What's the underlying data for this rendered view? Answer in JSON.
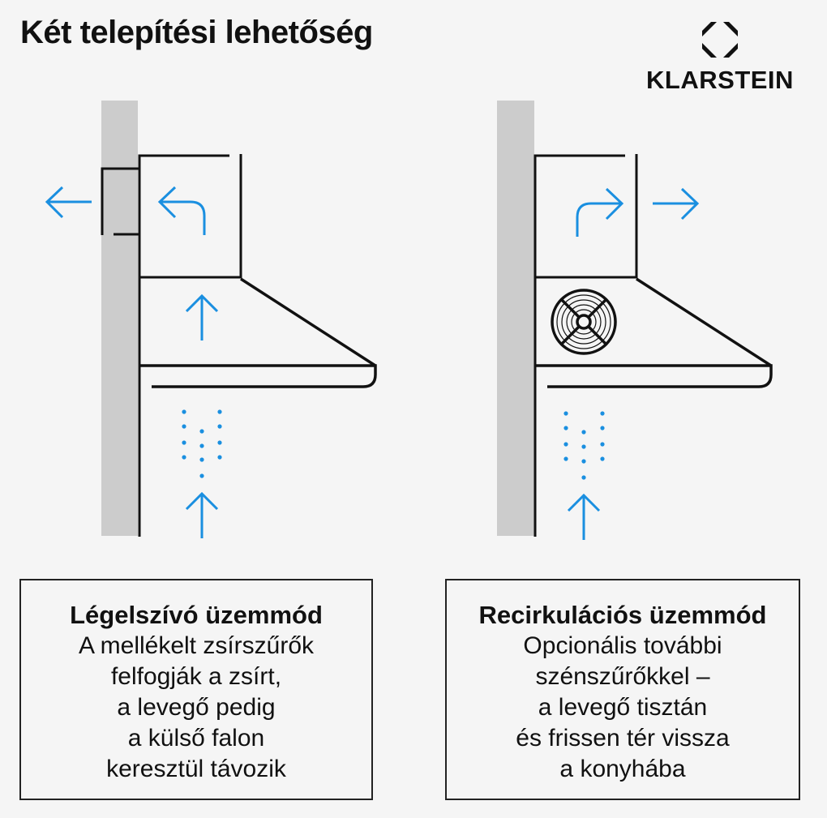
{
  "header": {
    "title": "Két telepítési lehetőség",
    "brand": "KLARSTEIN",
    "brand_icon": "klarstein-octagon-logo-icon"
  },
  "colors": {
    "background": "#f5f5f5",
    "wall": "#cccccc",
    "outline": "#111111",
    "airflow_accent": "#1a8fe0"
  },
  "diagrams": [
    {
      "id": "exhaust",
      "icons": [
        "wall",
        "duct-through-wall",
        "hood-outline",
        "curved-arrow-left-icon",
        "arrow-left-icon",
        "arrow-up-icon",
        "steam-dots",
        "arrow-up-icon"
      ],
      "caption": {
        "heading": "Légelszívó üzemmód",
        "lines": [
          "A mellékelt zsírszűrők",
          "felfogják a zsírt,",
          "a levegő pedig",
          "a külső falon",
          "keresztül távozik"
        ]
      }
    },
    {
      "id": "recirculation",
      "icons": [
        "wall",
        "hood-outline",
        "fan-filter-icon",
        "curved-arrow-right-icon",
        "arrow-right-icon",
        "steam-dots",
        "arrow-up-icon"
      ],
      "caption": {
        "heading": "Recirkulációs üzemmód",
        "lines": [
          "Opcionális további",
          "szénszűrőkkel –",
          "a levegő tisztán",
          "és frissen tér vissza",
          "a konyhába"
        ]
      }
    }
  ]
}
